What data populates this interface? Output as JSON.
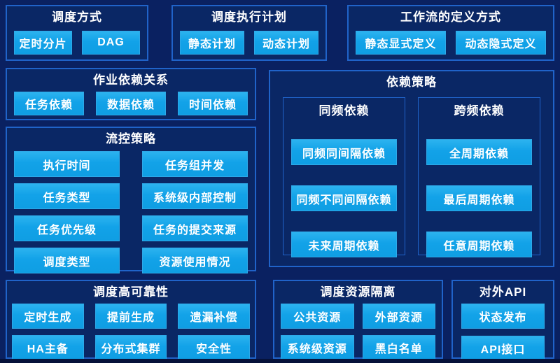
{
  "colors": {
    "page_bg": "#0A2161",
    "panel_bg": "#0A2765",
    "panel_border": "#2063C9",
    "node_bg": "#12A2E8",
    "text": "#FFFFFF",
    "bottom_bar": "#06123A"
  },
  "panels": {
    "scheduling_method": {
      "title": "调度方式",
      "buttons": [
        "定时分片",
        "DAG"
      ]
    },
    "execution_plan": {
      "title": "调度执行计划",
      "buttons": [
        "静态计划",
        "动态计划"
      ]
    },
    "workflow_definition": {
      "title": "工作流的定义方式",
      "buttons": [
        "静态显式定义",
        "动态隐式定义"
      ]
    },
    "job_dependency": {
      "title": "作业依赖关系",
      "buttons": [
        "任务依赖",
        "数据依赖",
        "时间依赖"
      ]
    },
    "flow_control": {
      "title": "流控策略",
      "left_buttons": [
        "执行时间",
        "任务类型",
        "任务优先级",
        "调度类型"
      ],
      "right_buttons": [
        "任务组并发",
        "系统级内部控制",
        "任务的提交来源",
        "资源使用情况"
      ]
    },
    "dependency_strategy": {
      "title": "依赖策略",
      "sub_panels": [
        {
          "title": "同频依赖",
          "buttons": [
            "同频同间隔依赖",
            "同频不同间隔依赖",
            "未来周期依赖"
          ]
        },
        {
          "title": "跨频依赖",
          "buttons": [
            "全周期依赖",
            "最后周期依赖",
            "任意周期依赖"
          ]
        }
      ]
    },
    "high_reliability": {
      "title": "调度高可靠性",
      "buttons": [
        "定时生成",
        "提前生成",
        "遗漏补偿",
        "HA主备",
        "分布式集群",
        "安全性"
      ]
    },
    "resource_isolation": {
      "title": "调度资源隔离",
      "buttons": [
        "公共资源",
        "外部资源",
        "系统级资源",
        "黑白名单"
      ]
    },
    "external_api": {
      "title": "对外API",
      "buttons": [
        "状态发布",
        "API接口"
      ]
    }
  }
}
